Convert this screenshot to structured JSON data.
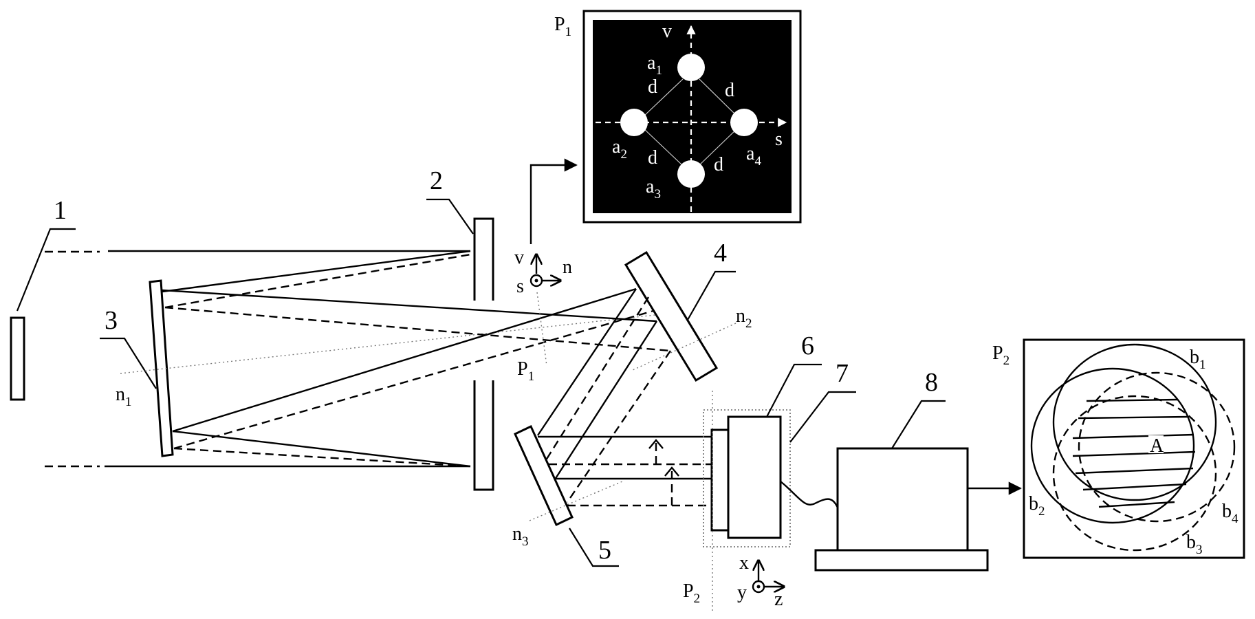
{
  "diagram": {
    "title": "Optical alignment setup with four-spot pattern and detector overlap",
    "components": [
      {
        "id": "1",
        "label": "1"
      },
      {
        "id": "2",
        "label": "2"
      },
      {
        "id": "3",
        "label": "3"
      },
      {
        "id": "4",
        "label": "4"
      },
      {
        "id": "5",
        "label": "5"
      },
      {
        "id": "6",
        "label": "6"
      },
      {
        "id": "7",
        "label": "7"
      },
      {
        "id": "8",
        "label": "8"
      }
    ],
    "normals": {
      "n1": {
        "base": "n",
        "sub": "1"
      },
      "n2": {
        "base": "n",
        "sub": "2"
      },
      "n3": {
        "base": "n",
        "sub": "3"
      }
    },
    "planes": {
      "p1": {
        "base": "P",
        "sub": "1"
      },
      "p2": {
        "base": "P",
        "sub": "2"
      }
    },
    "axes_p1": {
      "v": "v",
      "n": "n",
      "s": "s"
    },
    "axes_p2": {
      "x": "x",
      "y": "y",
      "z": "z"
    },
    "inset_p1": {
      "title_base": "P",
      "title_sub": "1",
      "axis_v": "v",
      "axis_s": "s",
      "spots": [
        {
          "base": "a",
          "sub": "1"
        },
        {
          "base": "a",
          "sub": "2"
        },
        {
          "base": "a",
          "sub": "3"
        },
        {
          "base": "a",
          "sub": "4"
        }
      ],
      "spacing_label": "d"
    },
    "inset_p2": {
      "title_base": "P",
      "title_sub": "2",
      "beams": [
        {
          "base": "b",
          "sub": "1",
          "style": "solid"
        },
        {
          "base": "b",
          "sub": "2",
          "style": "solid"
        },
        {
          "base": "b",
          "sub": "3",
          "style": "dashed"
        },
        {
          "base": "b",
          "sub": "4",
          "style": "dashed"
        }
      ],
      "overlap_label": "A"
    }
  }
}
